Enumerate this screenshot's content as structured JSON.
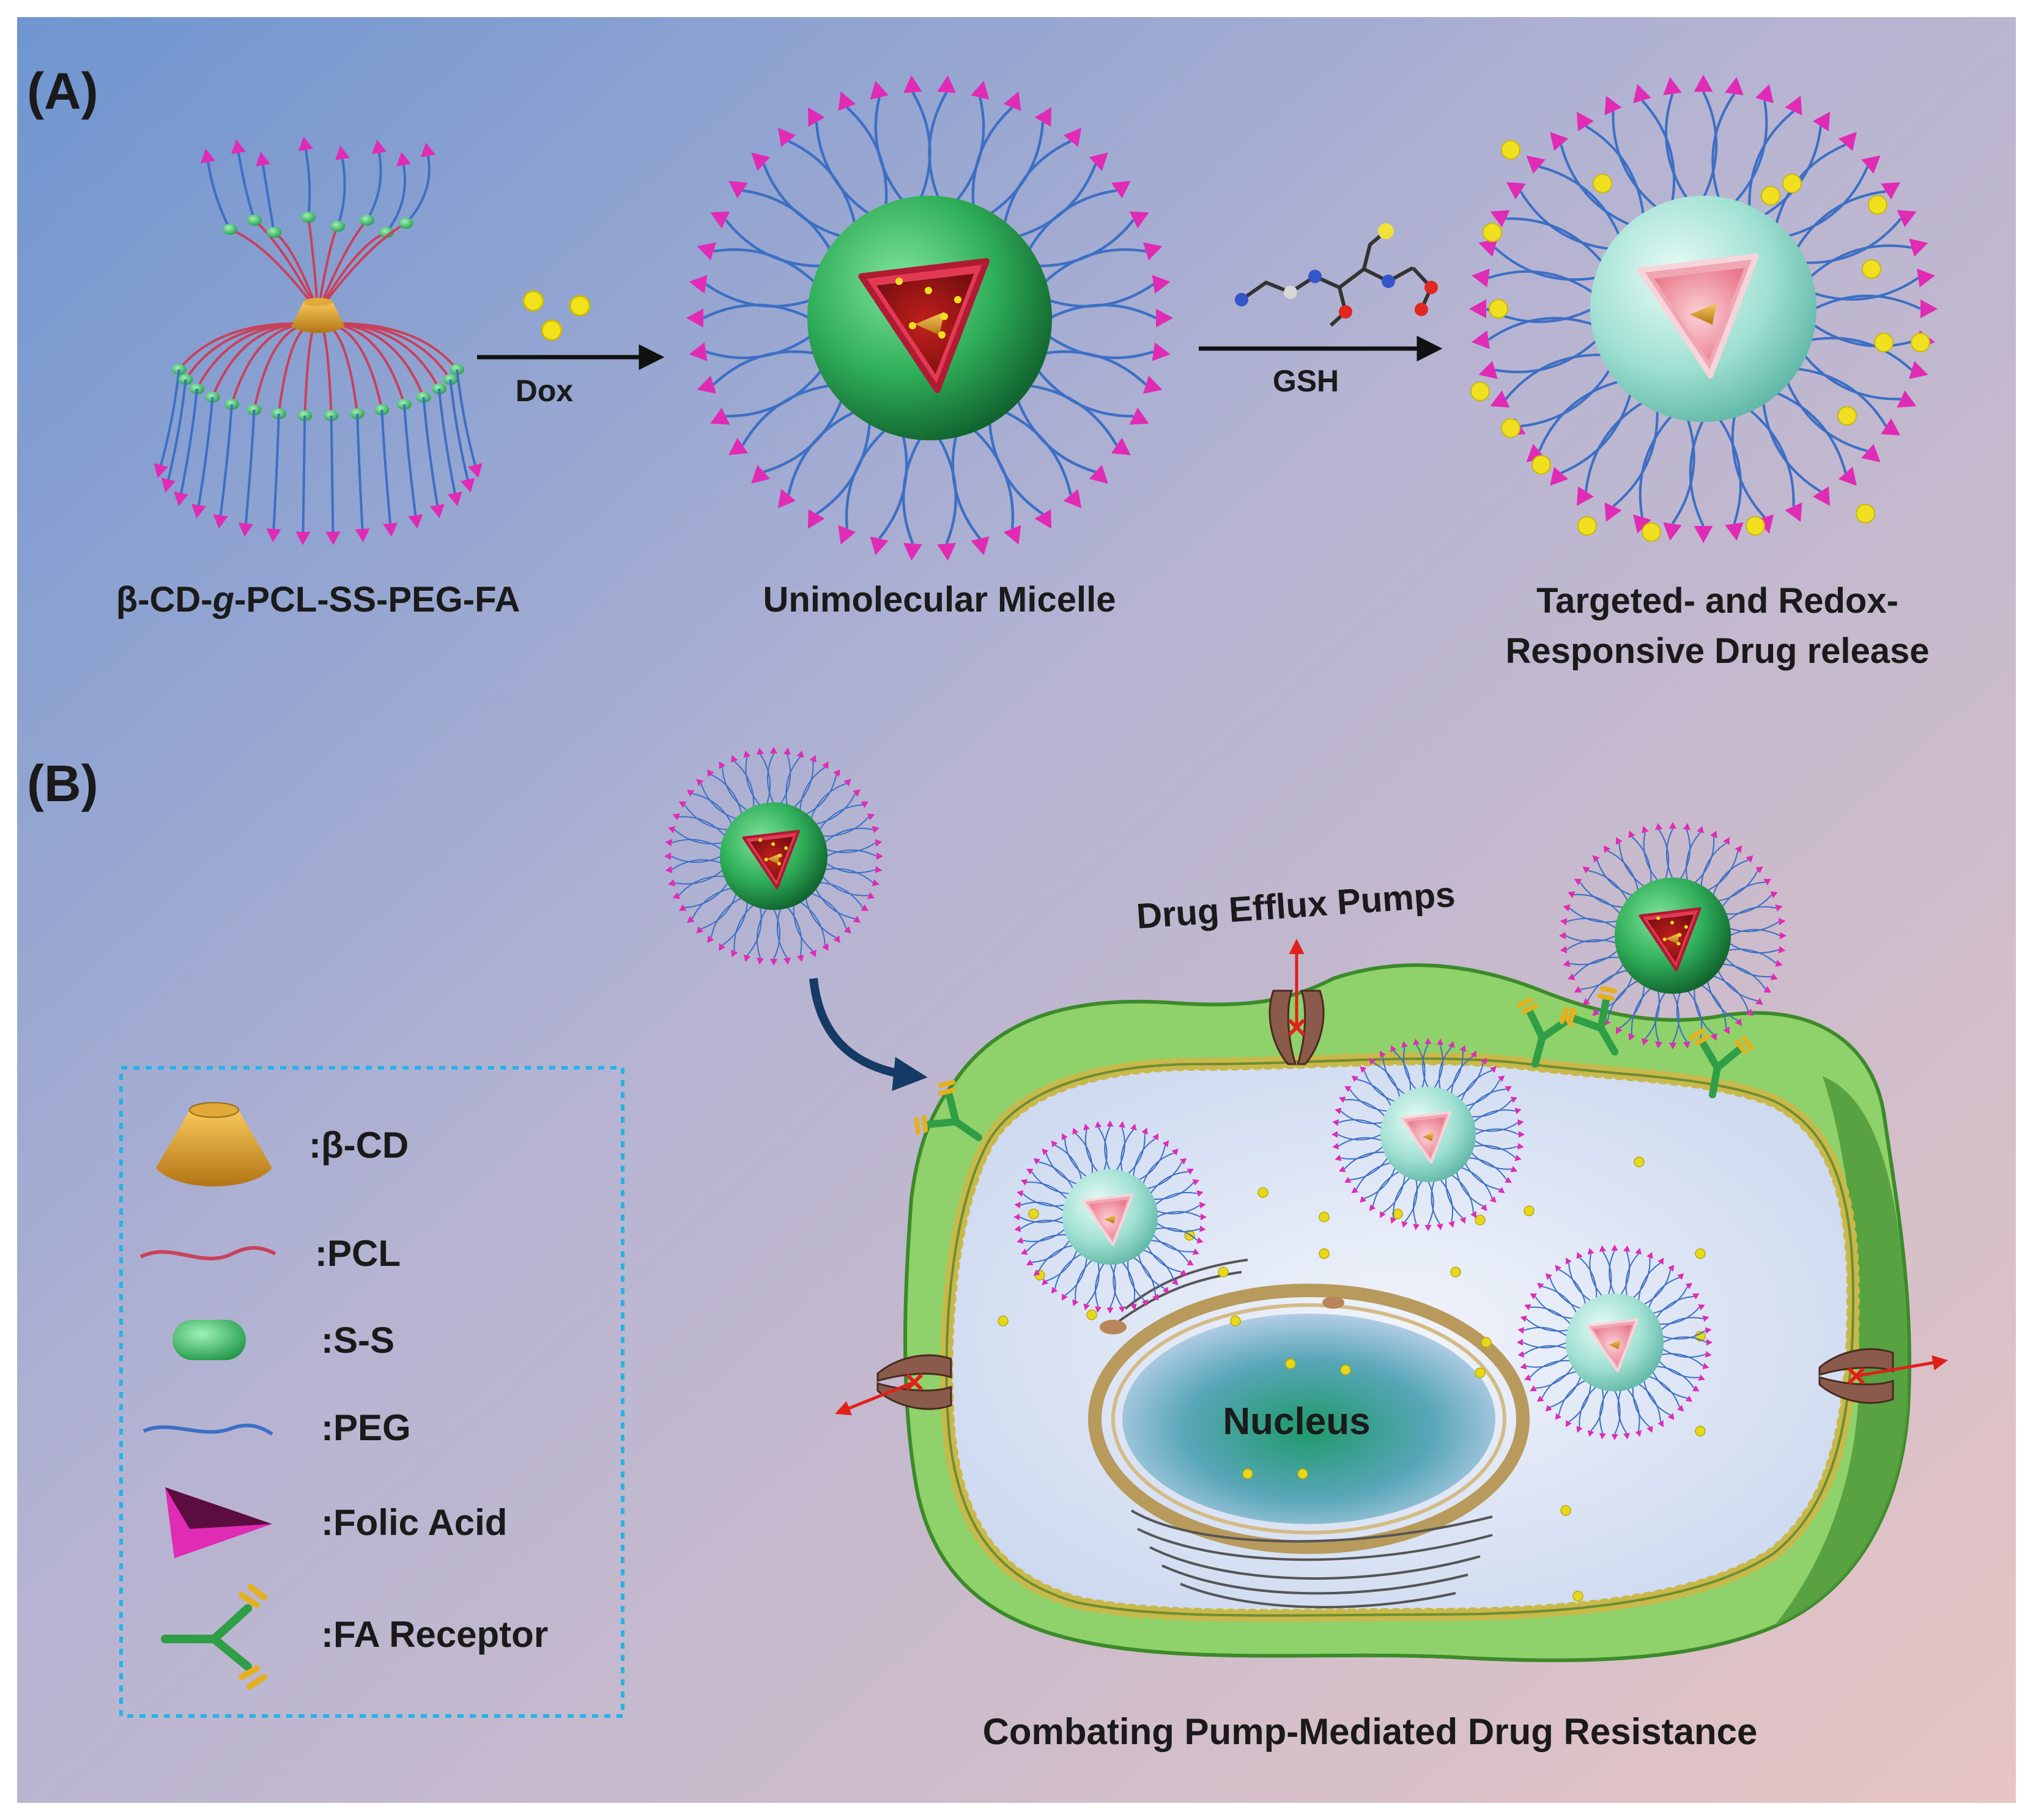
{
  "panel_a": {
    "label": "(A)",
    "polymer_caption": {
      "p1": "β-CD-",
      "p2": "g",
      "p3": "-PCL-SS-PEG-FA"
    },
    "step1_label": "Dox",
    "micelle_caption": "Unimolecular Micelle",
    "step2_label": "GSH",
    "release_caption_line1": "Targeted- and Redox-",
    "release_caption_line2": "Responsive Drug release"
  },
  "panel_b": {
    "label": "(B)",
    "pumps_label": "Drug Efflux Pumps",
    "nucleus_label": "Nucleus",
    "caption": "Combating Pump-Mediated Drug Resistance"
  },
  "legend": {
    "items": [
      {
        "icon": "beta-cd-cone-icon",
        "label": ":β-CD"
      },
      {
        "icon": "pcl-chain-icon",
        "label": ":PCL"
      },
      {
        "icon": "ss-bond-icon",
        "label": ":S-S"
      },
      {
        "icon": "peg-chain-icon",
        "label": ":PEG"
      },
      {
        "icon": "folic-acid-icon",
        "label": ":Folic Acid"
      },
      {
        "icon": "fa-receptor-icon",
        "label": ":FA Receptor"
      }
    ]
  },
  "colors": {
    "bg_top": "#6f95d0",
    "bg_bottom": "#e6c6c6",
    "peg": "#3d6fc4",
    "pcl": "#c8415c",
    "folate": "#e02bb5",
    "micelle_green": "#2fae59",
    "drug": "#f0e020",
    "cell_green": "#8fd16a",
    "cytoplasm": "#dfe8f6",
    "nucleus": "#3fa887"
  }
}
